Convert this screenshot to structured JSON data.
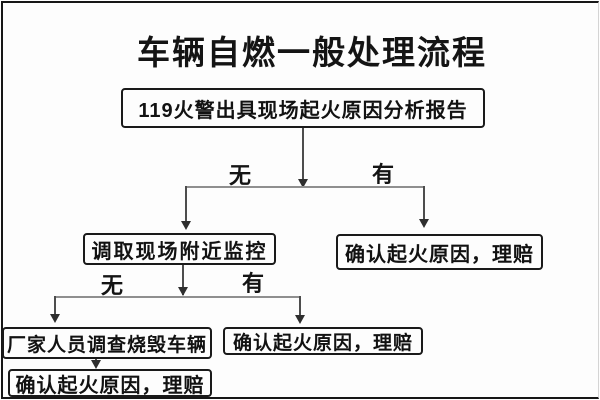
{
  "title": "车辆自燃一般处理流程",
  "flowchart": {
    "type": "flowchart",
    "nodes": {
      "report": "119火警出具现场起火原因分析报告",
      "cctv": "调取现场附近监控",
      "claim_right_top": "确认起火原因，理赔",
      "factory": "厂家人员调查烧毁车辆",
      "claim_bottom_left": "确认起火原因，理赔",
      "claim_bottom_right": "确认起火原因，理赔"
    },
    "edges": [
      {
        "from": "report",
        "to": "cctv",
        "label": "无"
      },
      {
        "from": "report",
        "to": "claim_right_top",
        "label": "有"
      },
      {
        "from": "cctv",
        "to": "factory",
        "label": "无"
      },
      {
        "from": "cctv",
        "to": "claim_bottom_right",
        "label": "有"
      },
      {
        "from": "factory",
        "to": "claim_bottom_left",
        "label": ""
      }
    ]
  },
  "colors": {
    "background": "#fdfdfd",
    "box_border": "#1a1a1a",
    "text": "#111111",
    "connector_light": "#8f8f8f",
    "connector_dark": "#4d4d4d",
    "arrowhead": "#2e2e2e"
  }
}
